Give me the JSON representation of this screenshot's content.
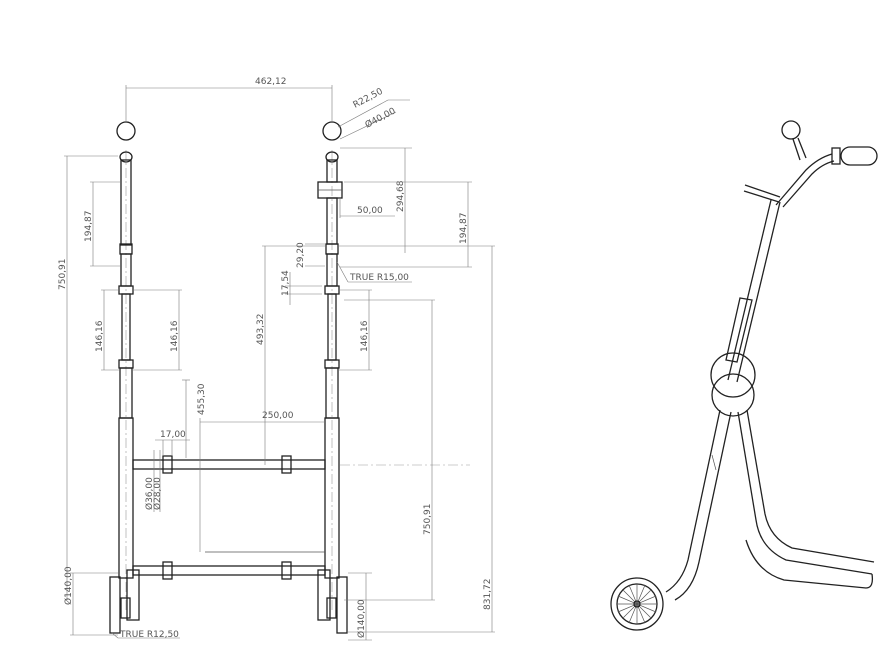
{
  "front_view": {
    "dimensions": {
      "overall_width": "462,12",
      "ball_radius": "R22,50",
      "ball_diameter": "Ø40,00",
      "handle_drop": "294,68",
      "upper_section_right": "194,87",
      "upper_section_left": "194,87",
      "clamp_width": "50,00",
      "clamp_offset": "29,20",
      "bend_radius": "TRUE R15,00",
      "collar_spacing": "17,54",
      "grip_height_left": "146,16",
      "grip_height_center": "146,16",
      "grip_height_right": "146,16",
      "mid_height": "493,32",
      "total_height_left": "750,91",
      "total_height_right": "750,91",
      "crossbar_drop": "455,30",
      "crossbar_length": "250,00",
      "collar_width": "17,00",
      "tube_outer": "Ø36,00",
      "tube_inner": "Ø28,00",
      "wheel_left": "Ø140,00",
      "wheel_right": "Ø140,00",
      "overall_height": "831,72",
      "foot_radius": "TRUE R12,50"
    }
  },
  "side_view": {
    "parts": [
      "handlebar",
      "grip",
      "hinge-ball",
      "steering-column",
      "rear-wheel",
      "footboard"
    ]
  }
}
